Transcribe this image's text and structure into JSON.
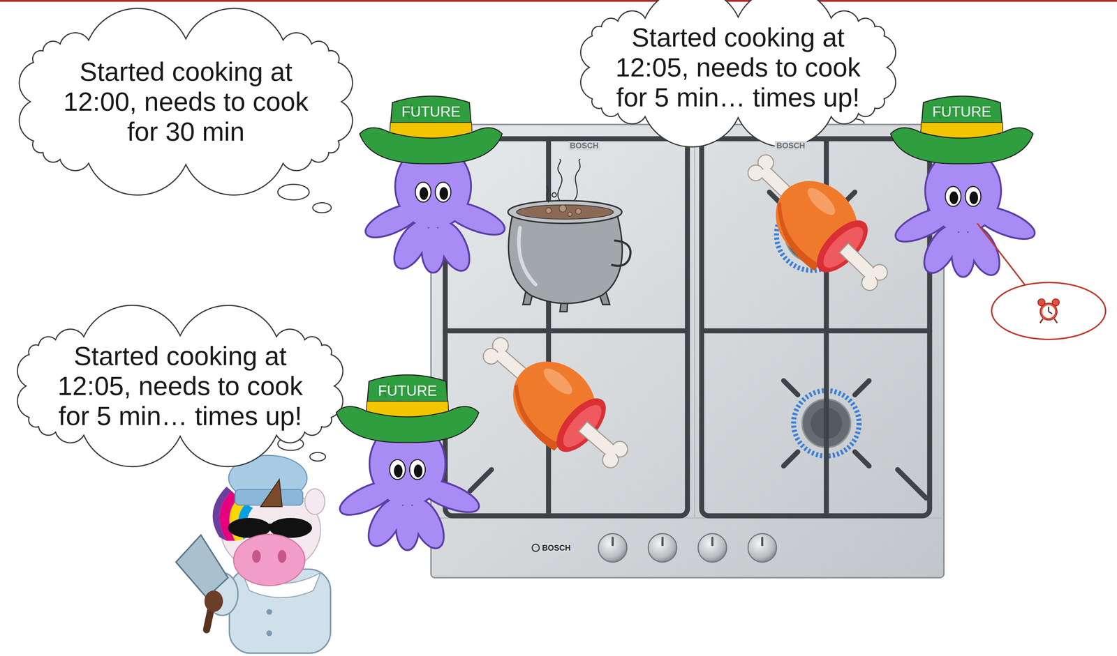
{
  "diagram": {
    "nodes": [
      {
        "text": [
          "Started cooking at 12:00, needs to cook for 30 min"
        ]
      },
      {
        "text": [
          "Started cooking at 12:05, needs to cook for 5 min… times up!"
        ]
      },
      {
        "text": [
          "FUTURE"
        ]
      },
      {
        "text": [
          "FUTURE"
        ]
      },
      {
        "text": [
          "Started cooking at 12:05, needs to cook for 5 min… times up!"
        ]
      },
      {
        "text": [
          "FUTURE"
        ]
      }
    ],
    "labels": [
      "BOSCH",
      "BOSCH",
      "BOSCH"
    ]
  }
}
